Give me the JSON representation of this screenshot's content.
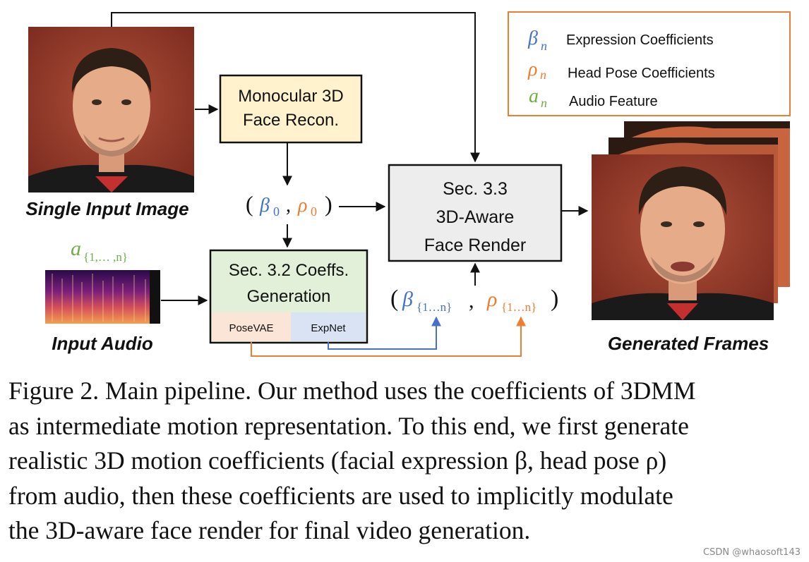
{
  "inputs": {
    "single_input_image_label": "Single Input Image",
    "input_audio_label": "Input Audio",
    "audio_label_symbol": "a",
    "audio_label_subscript": "{1,… ,n}"
  },
  "modules": {
    "face_recon": {
      "line1": "Monocular 3D",
      "line2": "Face Recon."
    },
    "coeffs_generation": {
      "line1": "Sec. 3.2 Coeffs.",
      "line2": "Generation",
      "sub_left": "PoseVAE",
      "sub_right": "ExpNet"
    },
    "face_render": {
      "line1": "Sec. 3.3",
      "line2": "3D-Aware",
      "line3": "Face Render"
    }
  },
  "coefficients": {
    "initial": {
      "open": "(",
      "beta": "β",
      "beta_sub": "0",
      "comma": ",",
      "rho": "ρ",
      "rho_sub": "0",
      "close": ")"
    },
    "sequence": {
      "open": "(",
      "beta": "β",
      "beta_sub": "{1…n}",
      "comma": ",",
      "rho": "ρ",
      "rho_sub": "{1…n}",
      "close": ")"
    }
  },
  "legend": {
    "items": [
      {
        "symbol": "β",
        "sub": "n",
        "label": "Expression Coefficients",
        "color": "#4472C4"
      },
      {
        "symbol": "ρ",
        "sub": "n",
        "label": "Head Pose Coefficients",
        "color": "#ED7D31"
      },
      {
        "symbol": "a",
        "sub": "n",
        "label": "Audio Feature",
        "color": "#70AD47"
      }
    ]
  },
  "outputs": {
    "generated_frames_label": "Generated Frames"
  },
  "caption": {
    "lines": [
      "Figure 2. Main pipeline. Our method uses the coefficients of 3DMM",
      "as intermediate motion representation. To this end, we first generate",
      "realistic 3D motion coefficients (facial expression β, head pose ρ)",
      "from audio, then these coefficients are used to implicitly modulate",
      "the 3D-aware face render for final video generation."
    ]
  },
  "watermark": "CSDN @whaosoft143",
  "colors": {
    "blue": "#4472C4",
    "orange": "#ED7D31",
    "green": "#70AD47",
    "recon_fill": "#FFF2CC",
    "coeffs_fill": "#E2F0D9",
    "posevae_fill": "#FBE5D6",
    "expnet_fill": "#DAE3F3",
    "render_fill": "#EDEDED",
    "legend_border": "#ED7D31"
  }
}
